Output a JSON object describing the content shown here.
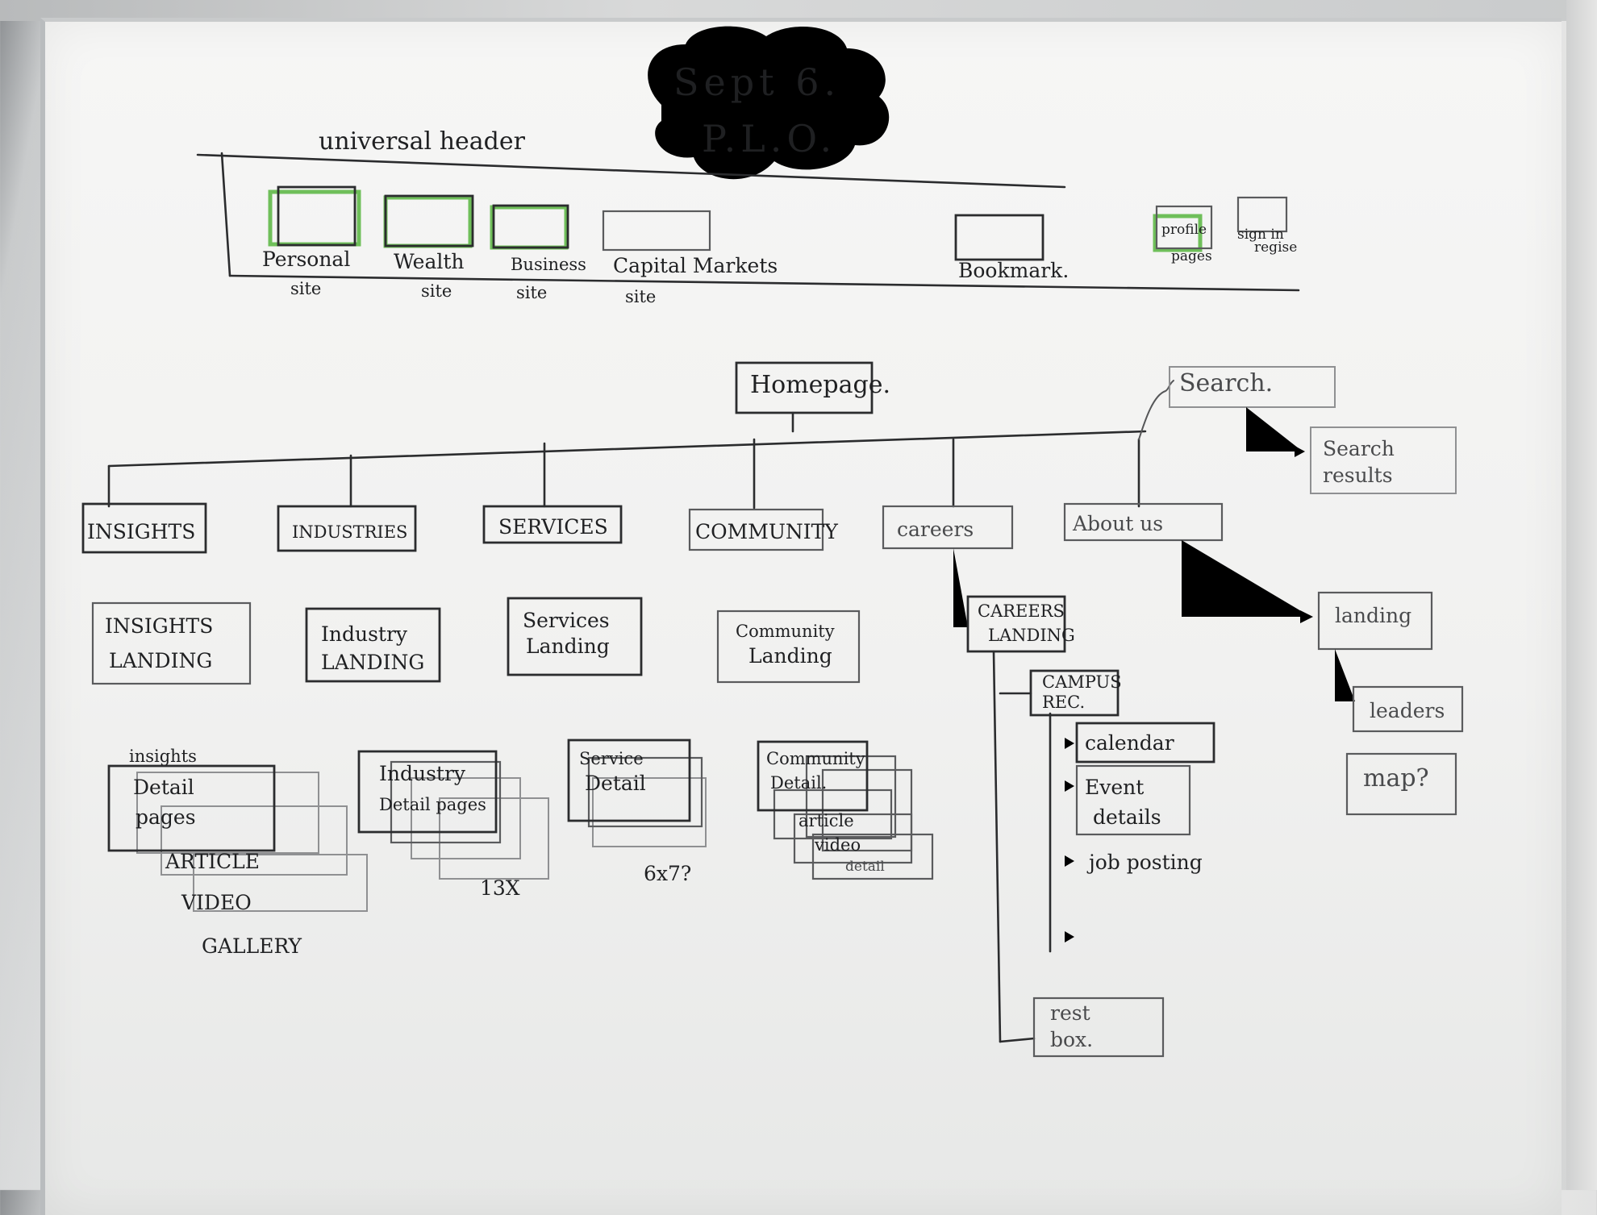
{
  "cloud": {
    "line1": "Sept 6.",
    "line2": "P.L.O."
  },
  "header": {
    "title": "universal header",
    "tiles": [
      {
        "label": "Personal",
        "sub": "site"
      },
      {
        "label": "Wealth",
        "sub": "site"
      },
      {
        "label": "Business",
        "sub": "site"
      },
      {
        "label": "Capital Markets",
        "sub": "site"
      }
    ],
    "bookmark": "Bookmark.",
    "profile": {
      "line1": "profile",
      "line2": "pages"
    },
    "signin": {
      "line1": "sign in",
      "line2": "regise"
    }
  },
  "tree": {
    "homepage": "Homepage.",
    "search": "Search.",
    "search_results": {
      "line1": "Search",
      "line2": "results"
    },
    "sections": {
      "insights": "INSIGHTS",
      "industries": "INDUSTRIES",
      "services": "SERVICES",
      "community": "COMMUNITY",
      "careers": "careers",
      "about": "About us"
    },
    "insights": {
      "landing": {
        "line1": "INSIGHTS",
        "line2": "LANDING"
      },
      "detail_label": "insights",
      "detail": {
        "line1": "Detail",
        "line2": "pages"
      },
      "stack": [
        "ARTICLE",
        "VIDEO",
        "GALLERY"
      ]
    },
    "industries": {
      "landing": {
        "line1": "Industry",
        "line2": "LANDING"
      },
      "detail": {
        "line1": "Industry",
        "line2": "Detail pages"
      },
      "count": "13X"
    },
    "services": {
      "landing": {
        "line1": "Services",
        "line2": "Landing"
      },
      "detail": {
        "line1": "Service",
        "line2": "Detail"
      },
      "count": "6x7?"
    },
    "community": {
      "landing": {
        "line1": "Community",
        "line2": "Landing"
      },
      "detail": {
        "line1": "Community",
        "line2": "Detail."
      },
      "stack": [
        "article",
        "video",
        "detail"
      ]
    },
    "careers": {
      "landing": {
        "line1": "CAREERS",
        "line2": "LANDING"
      },
      "campus": {
        "line1": "CAMPUS",
        "line2": "REC."
      },
      "calendar": "calendar",
      "event": {
        "line1": "Event",
        "line2": "details"
      },
      "job": "job posting",
      "rest": {
        "line1": "rest",
        "line2": "box."
      }
    },
    "about": {
      "landing": "landing",
      "leaders": "leaders",
      "map": "map?"
    }
  }
}
